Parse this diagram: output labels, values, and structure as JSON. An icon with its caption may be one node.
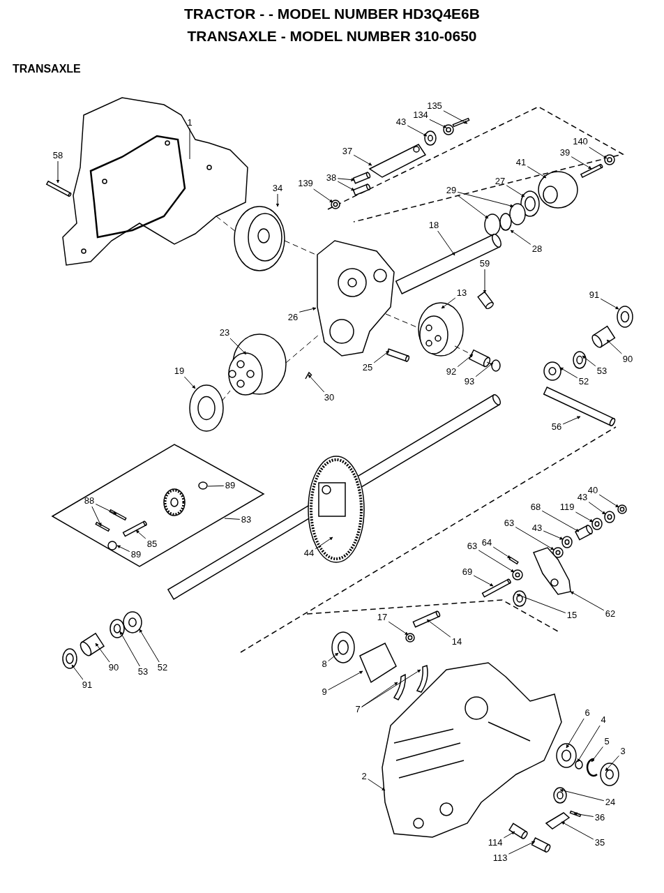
{
  "diagram": {
    "title": "TRACTOR - - MODEL NUMBER HD3Q4E6B",
    "nodes": [
      {
        "text": [],
        "shape": "box"
      },
      {
        "text": [
          "1"
        ]
      },
      {
        "text": [
          "58"
        ]
      },
      {
        "text": [
          "135"
        ]
      },
      {
        "text": [
          "134"
        ]
      },
      {
        "text": [
          "43"
        ]
      },
      {
        "text": [
          "140"
        ]
      },
      {
        "text": [
          "37"
        ]
      },
      {
        "text": [
          "39"
        ]
      },
      {
        "text": [
          "41"
        ]
      },
      {
        "text": [
          "38"
        ]
      },
      {
        "text": [
          "27"
        ]
      },
      {
        "text": [
          "139"
        ]
      },
      {
        "text": [
          "34"
        ]
      },
      {
        "text": [
          "29"
        ]
      },
      {
        "text": [
          "18"
        ]
      },
      {
        "text": [
          "28"
        ]
      },
      {
        "text": [
          "59"
        ]
      },
      {
        "text": [
          "13"
        ]
      },
      {
        "text": [
          "91"
        ]
      },
      {
        "text": [
          "26"
        ]
      },
      {
        "text": [
          "23"
        ]
      },
      {
        "text": [
          "90"
        ]
      },
      {
        "text": [
          "25"
        ]
      },
      {
        "text": [
          "92"
        ]
      },
      {
        "text": [
          "19"
        ]
      },
      {
        "text": [
          "53"
        ]
      },
      {
        "text": [
          "52"
        ]
      },
      {
        "text": [
          "93"
        ]
      },
      {
        "text": [
          "30"
        ]
      },
      {
        "text": [
          "56"
        ]
      },
      {
        "text": [
          "89"
        ],
        "in": 0
      },
      {
        "text": [
          "40"
        ]
      },
      {
        "text": [
          "88"
        ],
        "in": 0
      },
      {
        "text": [
          "43"
        ]
      },
      {
        "text": [
          "68"
        ]
      },
      {
        "text": [
          "119"
        ]
      },
      {
        "text": [
          "83"
        ]
      },
      {
        "text": [
          "63"
        ]
      },
      {
        "text": [
          "43"
        ]
      },
      {
        "text": [
          "64"
        ]
      },
      {
        "text": [
          "85"
        ],
        "in": 0
      },
      {
        "text": [
          "63"
        ]
      },
      {
        "text": [
          "44"
        ]
      },
      {
        "text": [
          "89"
        ],
        "in": 0
      },
      {
        "text": [
          "69"
        ]
      },
      {
        "text": [
          "62"
        ]
      },
      {
        "text": [
          "15"
        ]
      },
      {
        "text": [
          "17"
        ]
      },
      {
        "text": [
          "14"
        ]
      },
      {
        "text": [
          "8"
        ]
      },
      {
        "text": [
          "52"
        ]
      },
      {
        "text": [
          "90"
        ]
      },
      {
        "text": [
          "53"
        ]
      },
      {
        "text": [
          "91"
        ]
      },
      {
        "text": [
          "9"
        ]
      },
      {
        "text": [
          "7"
        ]
      },
      {
        "text": [
          "6"
        ]
      },
      {
        "text": [
          "4"
        ]
      },
      {
        "text": [
          "5"
        ]
      },
      {
        "text": [
          "3"
        ]
      },
      {
        "text": [
          "2"
        ]
      },
      {
        "text": [
          "24"
        ]
      },
      {
        "text": [
          "36"
        ]
      },
      {
        "text": [
          "35"
        ]
      },
      {
        "text": [
          "114"
        ]
      },
      {
        "text": [
          "113"
        ]
      },
      {
        "text": [],
        "shape": "picture"
      },
      {
        "text": [],
        "shape": "bar"
      },
      {
        "text": [],
        "shape": "bar"
      },
      {
        "text": [],
        "shape": "circle"
      },
      {
        "text": [],
        "shape": "circle"
      },
      {
        "text": [],
        "shape": "circle"
      },
      {
        "text": [],
        "shape": "picture"
      },
      {
        "text": [],
        "shape": "bar"
      },
      {
        "text": [],
        "shape": "picture"
      },
      {
        "text": [],
        "shape": "bar"
      },
      {
        "text": [],
        "shape": "bar"
      },
      {
        "text": [],
        "shape": "circle"
      },
      {
        "text": [],
        "shape": "circle"
      },
      {
        "text": [],
        "shape": "picture"
      },
      {
        "text": [],
        "shape": "circle"
      },
      {
        "text": [],
        "shape": "circle"
      },
      {
        "text": [],
        "shape": "bar"
      },
      {
        "text": [],
        "shape": "circle"
      },
      {
        "text": [],
        "shape": "bar"
      },
      {
        "text": [],
        "shape": "picture"
      },
      {
        "text": [],
        "shape": "circle"
      },
      {
        "text": [],
        "shape": "picture"
      },
      {
        "text": [],
        "shape": "picture"
      },
      {
        "text": [],
        "shape": "bar"
      },
      {
        "text": [],
        "shape": "bar"
      },
      {
        "text": [],
        "shape": "bar"
      },
      {
        "text": [],
        "shape": "circle"
      },
      {
        "text": [],
        "shape": "circle"
      },
      {
        "text": [],
        "shape": "circle"
      },
      {
        "text": [],
        "shape": "circle"
      },
      {
        "text": [],
        "shape": "picture"
      },
      {
        "text": [],
        "shape": "bar"
      },
      {
        "text": [],
        "shape": "circle",
        "in": 0
      },
      {
        "text": [],
        "shape": "circle"
      },
      {
        "text": [],
        "shape": "bar",
        "in": 0
      },
      {
        "text": [],
        "shape": "bar",
        "in": 0
      },
      {
        "text": [],
        "shape": "circle"
      },
      {
        "text": [],
        "shape": "bar"
      },
      {
        "text": [],
        "shape": "circle"
      },
      {
        "text": [],
        "shape": "circle"
      },
      {
        "text": [],
        "shape": "circle"
      },
      {
        "text": [],
        "shape": "bar"
      },
      {
        "text": [],
        "shape": "bar",
        "in": 0
      },
      {
        "text": [],
        "shape": "circle"
      },
      {
        "text": [],
        "shape": "picture"
      },
      {
        "text": [],
        "shape": "circle",
        "in": 0
      },
      {
        "text": [],
        "shape": "bar"
      },
      {
        "text": [],
        "shape": "picture"
      },
      {
        "text": [],
        "shape": "circle"
      },
      {
        "text": [],
        "shape": "circle"
      },
      {
        "text": [],
        "shape": "bar"
      },
      {
        "text": [],
        "shape": "circle"
      },
      {
        "text": [],
        "shape": "circle"
      },
      {
        "text": [],
        "shape": "bar"
      },
      {
        "text": [],
        "shape": "circle"
      },
      {
        "text": [],
        "shape": "circle"
      },
      {
        "text": [],
        "shape": "picture"
      },
      {
        "text": [],
        "shape": "picture"
      },
      {
        "text": [],
        "shape": "picture"
      },
      {
        "text": [],
        "shape": "circle"
      },
      {
        "text": [],
        "shape": "circle"
      },
      {
        "text": [],
        "shape": "picture"
      },
      {
        "text": [],
        "shape": "circle"
      },
      {
        "text": [],
        "shape": "picture"
      },
      {
        "text": [],
        "shape": "circle"
      },
      {
        "text": [],
        "shape": "bar"
      },
      {
        "text": [],
        "shape": "picture"
      },
      {
        "text": [],
        "shape": "bar"
      },
      {
        "text": [],
        "shape": "bar"
      }
    ],
    "edges": [
      {
        "from": 1,
        "to": 67,
        "arrow": "none"
      },
      {
        "from": 2,
        "to": 68,
        "arrow": "to"
      },
      {
        "from": 3,
        "to": 69,
        "arrow": "to"
      },
      {
        "from": 4,
        "to": 70,
        "arrow": "to"
      },
      {
        "from": 5,
        "to": 71,
        "arrow": "to"
      },
      {
        "from": 6,
        "to": 72,
        "arrow": "to"
      },
      {
        "from": 7,
        "to": 73,
        "arrow": "to"
      },
      {
        "from": 8,
        "to": 74,
        "arrow": "to"
      },
      {
        "from": 9,
        "to": 75,
        "arrow": "to"
      },
      {
        "from": 10,
        "to": 76,
        "arrow": "to"
      },
      {
        "from": 10,
        "to": 77,
        "arrow": "to"
      },
      {
        "from": 11,
        "to": 78,
        "arrow": "to"
      },
      {
        "from": 12,
        "to": 79,
        "arrow": "to"
      },
      {
        "from": 13,
        "to": 80,
        "arrow": "to"
      },
      {
        "from": 14,
        "to": 81,
        "arrow": "to"
      },
      {
        "from": 14,
        "to": 82,
        "arrow": "to"
      },
      {
        "from": 15,
        "to": 83,
        "arrow": "to"
      },
      {
        "from": 16,
        "to": 84,
        "arrow": "to"
      },
      {
        "from": 17,
        "to": 85,
        "arrow": "to"
      },
      {
        "from": 18,
        "to": 86,
        "arrow": "to"
      },
      {
        "from": 19,
        "to": 87,
        "arrow": "to"
      },
      {
        "from": 20,
        "to": 88,
        "arrow": "to"
      },
      {
        "from": 21,
        "to": 89,
        "arrow": "to"
      },
      {
        "from": 22,
        "to": 90,
        "arrow": "to"
      },
      {
        "from": 23,
        "to": 91,
        "arrow": "to"
      },
      {
        "from": 24,
        "to": 92,
        "arrow": "to"
      },
      {
        "from": 25,
        "to": 93,
        "arrow": "to"
      },
      {
        "from": 26,
        "to": 94,
        "arrow": "to"
      },
      {
        "from": 27,
        "to": 95,
        "arrow": "to"
      },
      {
        "from": 28,
        "to": 96,
        "arrow": "to"
      },
      {
        "from": 29,
        "to": 97,
        "arrow": "to"
      },
      {
        "from": 30,
        "to": 98,
        "arrow": "to"
      },
      {
        "from": 31,
        "to": 99,
        "arrow": "none"
      },
      {
        "from": 32,
        "to": 100,
        "arrow": "to"
      },
      {
        "from": 33,
        "to": 101,
        "arrow": "to"
      },
      {
        "from": 33,
        "to": 102,
        "arrow": "to"
      },
      {
        "from": 34,
        "to": 103,
        "arrow": "to"
      },
      {
        "from": 35,
        "to": 104,
        "arrow": "to"
      },
      {
        "from": 36,
        "to": 105,
        "arrow": "to"
      },
      {
        "from": 37,
        "to": 0,
        "arrow": "none"
      },
      {
        "from": 38,
        "to": 106,
        "arrow": "to"
      },
      {
        "from": 39,
        "to": 107,
        "arrow": "to"
      },
      {
        "from": 40,
        "to": 108,
        "arrow": "to"
      },
      {
        "from": 41,
        "to": 109,
        "arrow": "to"
      },
      {
        "from": 42,
        "to": 110,
        "arrow": "to"
      },
      {
        "from": 43,
        "to": 111,
        "arrow": "to"
      },
      {
        "from": 44,
        "to": 112,
        "arrow": "to"
      },
      {
        "from": 45,
        "to": 113,
        "arrow": "to"
      },
      {
        "from": 46,
        "to": 114,
        "arrow": "to"
      },
      {
        "from": 47,
        "to": 115,
        "arrow": "to"
      },
      {
        "from": 48,
        "to": 116,
        "arrow": "to"
      },
      {
        "from": 49,
        "to": 117,
        "arrow": "to"
      },
      {
        "from": 50,
        "to": 118,
        "arrow": "to"
      },
      {
        "from": 51,
        "to": 119,
        "arrow": "to"
      },
      {
        "from": 52,
        "to": 120,
        "arrow": "to"
      },
      {
        "from": 53,
        "to": 121,
        "arrow": "to"
      },
      {
        "from": 54,
        "to": 122,
        "arrow": "to"
      },
      {
        "from": 55,
        "to": 123,
        "arrow": "to"
      },
      {
        "from": 56,
        "to": 124,
        "arrow": "to"
      },
      {
        "from": 56,
        "to": 125,
        "arrow": "to"
      },
      {
        "from": 57,
        "to": 126,
        "arrow": "to"
      },
      {
        "from": 58,
        "to": 127,
        "arrow": "to"
      },
      {
        "from": 59,
        "to": 128,
        "arrow": "to"
      },
      {
        "from": 60,
        "to": 129,
        "arrow": "to"
      },
      {
        "from": 61,
        "to": 130,
        "arrow": "to"
      },
      {
        "from": 62,
        "to": 131,
        "arrow": "to"
      },
      {
        "from": 63,
        "to": 132,
        "arrow": "to"
      },
      {
        "from": 64,
        "to": 133,
        "arrow": "to"
      },
      {
        "from": 65,
        "to": 134,
        "arrow": "to"
      },
      {
        "from": 66,
        "to": 135,
        "arrow": "to"
      },
      {
        "from": 67,
        "to": 80,
        "arrow": "none",
        "style": "dashed"
      },
      {
        "from": 80,
        "to": 88,
        "arrow": "none",
        "style": "dashed"
      },
      {
        "from": 93,
        "to": 89,
        "arrow": "none",
        "style": "dashed"
      },
      {
        "from": 89,
        "to": 88,
        "arrow": "none",
        "style": "dashed"
      },
      {
        "from": 88,
        "to": 86,
        "arrow": "none",
        "style": "dashed"
      },
      {
        "from": 86,
        "to": 92,
        "arrow": "none",
        "style": "dashed"
      },
      {
        "from": 92,
        "to": 96,
        "arrow": "none",
        "style": "dashed"
      }
    ],
    "labels": [
      "TRANSAXLE - MODEL NUMBER 310-0650",
      "TRANSAXLE"
    ]
  }
}
